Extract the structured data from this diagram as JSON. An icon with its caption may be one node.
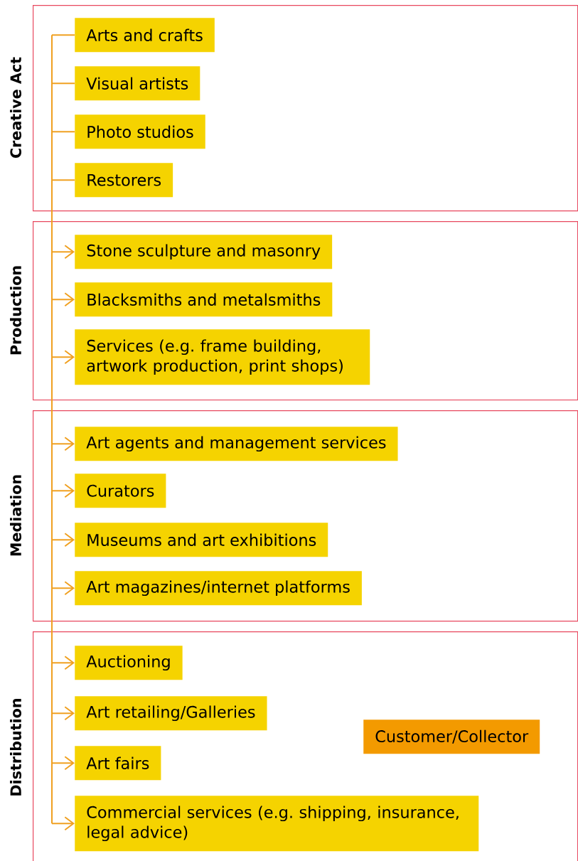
{
  "diagram": {
    "nodes": [
      {
        "text": [
          "Creative Act"
        ]
      },
      {
        "text": [
          "Arts and crafts"
        ],
        "in": 0
      },
      {
        "text": [
          "Visual artists"
        ],
        "in": 0
      },
      {
        "text": [
          "Photo studios"
        ],
        "in": 0
      },
      {
        "text": [
          "Restorers"
        ],
        "in": 0
      },
      {
        "text": [
          "Production"
        ]
      },
      {
        "text": [
          "Stone sculpture and masonry"
        ],
        "in": 5
      },
      {
        "text": [
          "Blacksmiths and metalsmiths"
        ],
        "in": 5
      },
      {
        "text": [
          "Services (e.g. frame building, artwork production, print shops)"
        ],
        "in": 5
      },
      {
        "text": [
          "Mediation"
        ]
      },
      {
        "text": [
          "Art agents and management services"
        ],
        "in": 9
      },
      {
        "text": [
          "Curators"
        ],
        "in": 9
      },
      {
        "text": [
          "Museums and art exhibitions"
        ],
        "in": 9
      },
      {
        "text": [
          "Art magazines/internet platforms"
        ],
        "in": 9
      },
      {
        "text": [
          "Distribution"
        ]
      },
      {
        "text": [
          "Auctioning"
        ],
        "in": 14
      },
      {
        "text": [
          "Art retailing/Galleries"
        ],
        "in": 14
      },
      {
        "text": [
          "Art fairs"
        ],
        "in": 14
      },
      {
        "text": [
          "Commercial services (e.g. shipping, insurance, legal advice)"
        ],
        "in": 14
      },
      {
        "text": [
          "Customer/Collector"
        ],
        "in": 14
      }
    ],
    "edges": [
      {
        "from": 1,
        "to": null,
        "arrow": "none"
      },
      {
        "from": 2,
        "to": null,
        "arrow": "none"
      },
      {
        "from": 3,
        "to": null,
        "arrow": "none"
      },
      {
        "from": 4,
        "to": null,
        "arrow": "none"
      },
      {
        "from": null,
        "to": 6,
        "arrow": "to"
      },
      {
        "from": null,
        "to": 7,
        "arrow": "to"
      },
      {
        "from": null,
        "to": 8,
        "arrow": "to"
      },
      {
        "from": null,
        "to": 10,
        "arrow": "to"
      },
      {
        "from": null,
        "to": 11,
        "arrow": "to"
      },
      {
        "from": null,
        "to": 12,
        "arrow": "to"
      },
      {
        "from": null,
        "to": 13,
        "arrow": "to"
      },
      {
        "from": null,
        "to": 15,
        "arrow": "to"
      },
      {
        "from": null,
        "to": 16,
        "arrow": "to"
      },
      {
        "from": null,
        "to": 17,
        "arrow": "to"
      },
      {
        "from": null,
        "to": 18,
        "arrow": "to"
      }
    ]
  }
}
